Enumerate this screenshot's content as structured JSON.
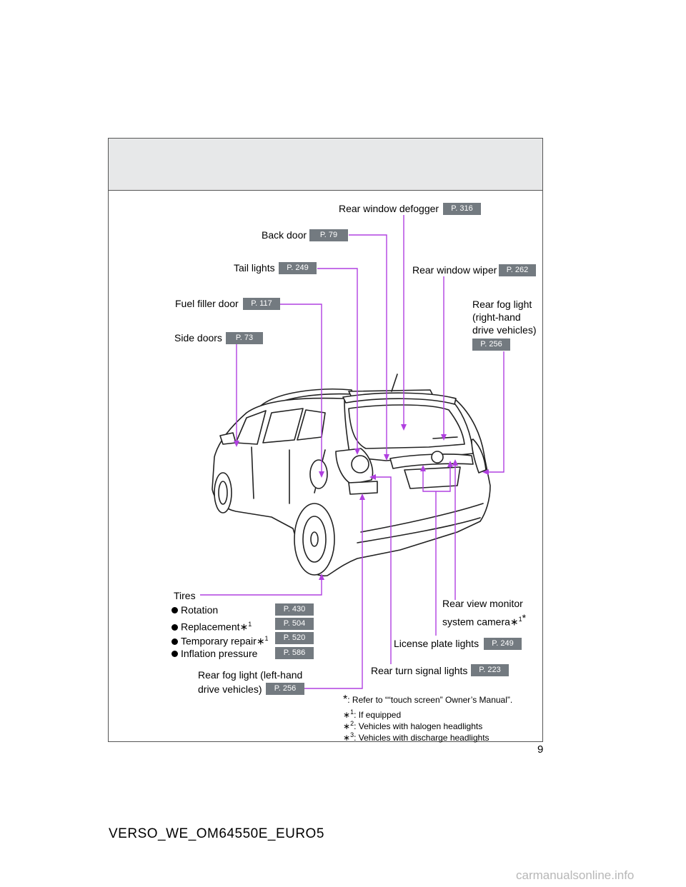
{
  "labels": {
    "rear_window_defogger": {
      "text": "Rear window defogger",
      "page": "P. 316"
    },
    "back_door": {
      "text": "Back door",
      "page": "P. 79"
    },
    "tail_lights": {
      "text": "Tail lights",
      "page": "P. 249"
    },
    "rear_window_wiper": {
      "text": "Rear window wiper",
      "page": "P. 262"
    },
    "fuel_filler_door": {
      "text": "Fuel filler door",
      "page": "P. 117"
    },
    "rear_fog_right": {
      "line1": "Rear fog light",
      "line2": "(right-hand",
      "line3": "drive vehicles)",
      "page": "P. 256"
    },
    "side_doors": {
      "text": "Side doors",
      "page": "P. 73"
    },
    "tires": {
      "title": "Tires",
      "items": [
        {
          "text": "Rotation",
          "page": "P. 430"
        },
        {
          "text": "Replacement∗",
          "sup": "1",
          "page": "P. 504"
        },
        {
          "text": "Temporary repair∗",
          "sup": "1",
          "page": "P. 520"
        },
        {
          "text": "Inflation pressure",
          "page": "P. 586"
        }
      ]
    },
    "rear_view_camera": {
      "line1": "Rear view monitor",
      "line2": "system camera∗",
      "sup": "1",
      "star": "*"
    },
    "license_plate_lights": {
      "text": "License plate lights",
      "page": "P. 249"
    },
    "rear_turn_signal": {
      "text": "Rear turn signal lights",
      "page": "P. 223"
    },
    "rear_fog_left": {
      "line1": "Rear fog light (left-hand",
      "line2": "drive vehicles)",
      "page": "P. 256"
    }
  },
  "footnotes": [
    {
      "mark": "*",
      "text": ": Refer to ““touch screen” Owner’s Manual”."
    },
    {
      "mark": "∗",
      "sup": "1",
      "text": ": If equipped"
    },
    {
      "mark": "∗",
      "sup": "2",
      "text": ": Vehicles with halogen headlights"
    },
    {
      "mark": "∗",
      "sup": "3",
      "text": ": Vehicles with discharge headlights"
    }
  ],
  "page_number": "9",
  "document_code": "VERSO_WE_OM64550E_EURO5",
  "watermark": "carmanualsonline.info",
  "colors": {
    "leader_line": "#b040e0",
    "page_badge": "#737a80",
    "header_band": "#e7e8e9"
  }
}
